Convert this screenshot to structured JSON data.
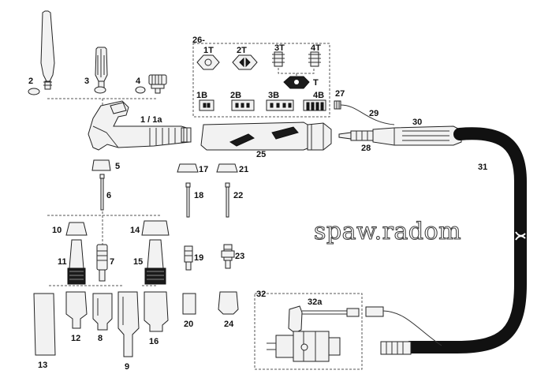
{
  "watermark": "spaw.radom",
  "callouts": {
    "c1": "1 / 1a",
    "c2": "2",
    "c3": "3",
    "c4": "4",
    "c5": "5",
    "c6": "6",
    "c7": "7",
    "c8": "8",
    "c9": "9",
    "c10": "10",
    "c11": "11",
    "c12": "12",
    "c13": "13",
    "c14": "14",
    "c15": "15",
    "c16": "16",
    "c17": "17",
    "c18": "18",
    "c19": "19",
    "c20": "20",
    "c21": "21",
    "c22": "22",
    "c23": "23",
    "c24": "24",
    "c25": "25",
    "c26": "26-",
    "c27": "27",
    "c28": "28",
    "c29": "29",
    "c30": "30",
    "c31": "31",
    "c32": "32",
    "c32a": "32a",
    "t1": "1T",
    "t2": "2T",
    "t3": "3T",
    "t4": "4T",
    "tt": "T",
    "b1": "1B",
    "b2": "2B",
    "b3": "3B",
    "b4": "4B"
  },
  "colors": {
    "line": "#222222",
    "hose": "#111111",
    "fill": "#f2f2f2"
  }
}
